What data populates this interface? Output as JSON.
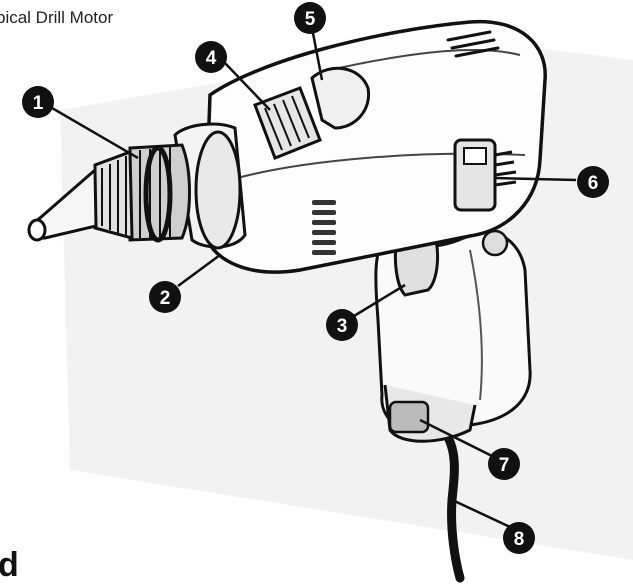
{
  "title": "pical Drill Motor",
  "bottom_text": "d",
  "callouts": [
    {
      "number": "1"
    },
    {
      "number": "2"
    },
    {
      "number": "3"
    },
    {
      "number": "4"
    },
    {
      "number": "5"
    },
    {
      "number": "6"
    },
    {
      "number": "7"
    },
    {
      "number": "8"
    }
  ],
  "colors": {
    "ink": "#111111",
    "paper": "#ffffff",
    "shade": "#cfcfcf"
  }
}
